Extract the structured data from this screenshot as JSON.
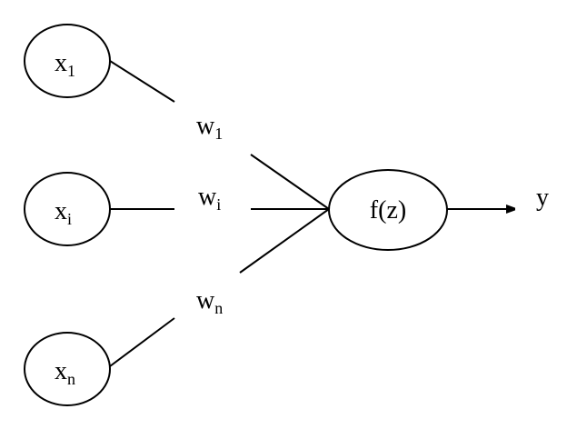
{
  "diagram": {
    "inputs": [
      {
        "base": "x",
        "sub": "1"
      },
      {
        "base": "x",
        "sub": "i"
      },
      {
        "base": "x",
        "sub": "n"
      }
    ],
    "weights": [
      {
        "base": "w",
        "sub": "1"
      },
      {
        "base": "w",
        "sub": "i"
      },
      {
        "base": "w",
        "sub": "n"
      }
    ],
    "neuron": {
      "label": "f(z)"
    },
    "output": {
      "label": "y"
    },
    "colors": {
      "stroke": "#000000",
      "background": "#ffffff"
    }
  }
}
